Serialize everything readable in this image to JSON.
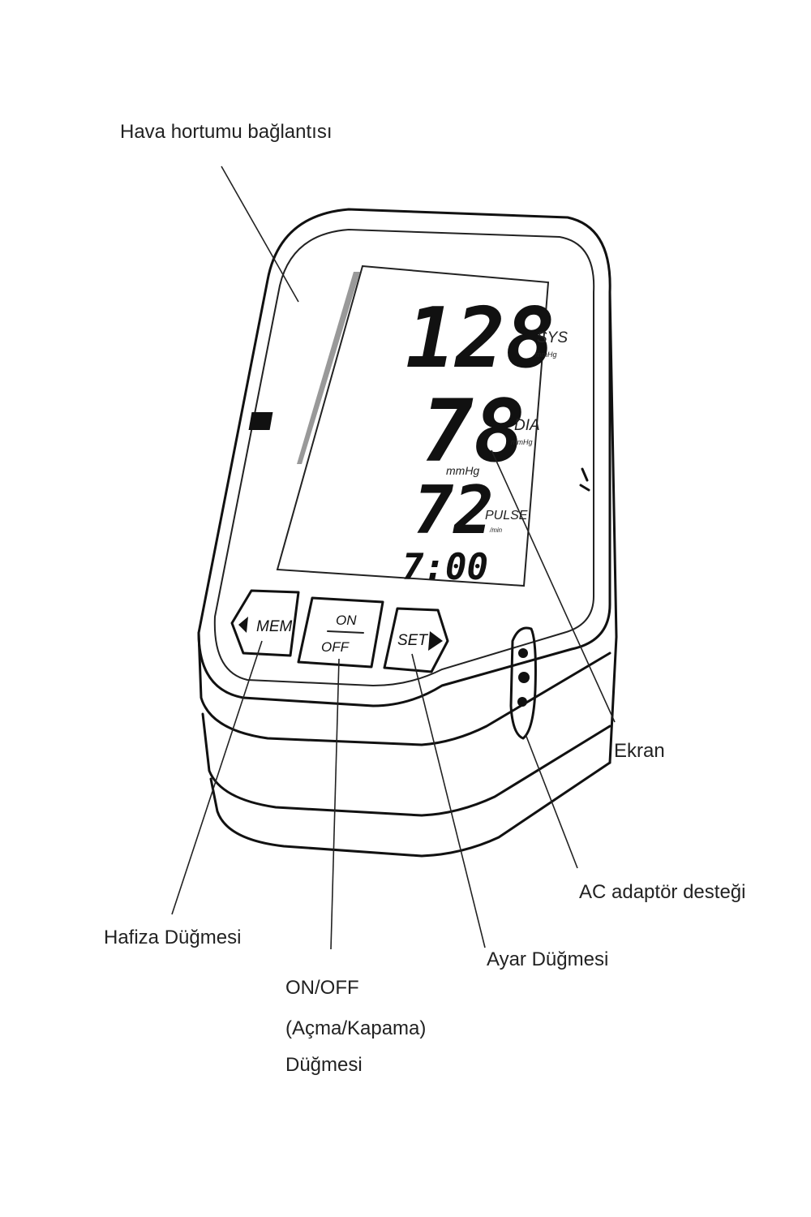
{
  "callouts": {
    "air_hose": "Hava hortumu bağlantısı",
    "screen": "Ekran",
    "ac_adapter": "AC adaptör desteği",
    "memory_button": "Hafiza Düğmesi",
    "set_button": "Ayar Düğmesi",
    "power_button_line1": "ON/OFF",
    "power_button_line2": "(Açma/Kapama)",
    "power_button_line3": "Düğmesi"
  },
  "display": {
    "systolic": "128",
    "systolic_label": "SYS",
    "systolic_unit": "mmHg",
    "diastolic": "78",
    "diastolic_label": "DIA",
    "diastolic_unit": "mmHg",
    "mid_unit": "mmHg",
    "pulse": "72",
    "pulse_label": "PULSE",
    "pulse_unit": "/min",
    "time": "7:00"
  },
  "buttons": {
    "mem": "MEM",
    "on": "ON",
    "off": "OFF",
    "set": "SET"
  },
  "colors": {
    "ink": "#111111",
    "background": "#ffffff"
  }
}
